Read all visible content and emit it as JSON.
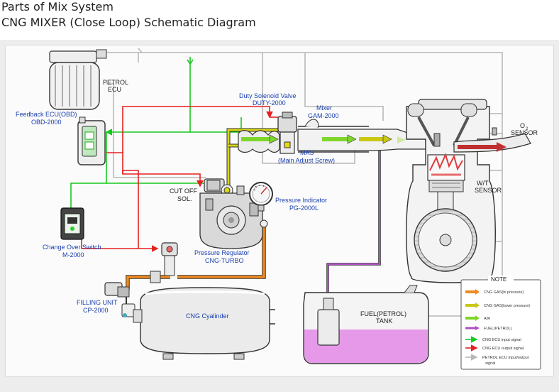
{
  "header": {
    "title": "Parts of Mix System",
    "subtitle": "CNG MIXER (Close Loop) Schematic Diagram"
  },
  "labels": {
    "petrol_ecu_1": "PETROL",
    "petrol_ecu_2": "ECU",
    "feedback_ecu_1": "Feedback ECU(OBD)",
    "feedback_ecu_2": "OBD-2000",
    "duty_valve_1": "Duty Solenoid Valve",
    "duty_valve_2": "DUTY-2000",
    "mixer_1": "Mixer",
    "mixer_2": "GAM-2000",
    "mas_1": "MAS",
    "mas_2": "(Main Adjust Screw)",
    "cutoff_1": "CUT  OFF",
    "cutoff_2": "SOL.",
    "pressure_indicator_1": "Pressure Indicator",
    "pressure_indicator_2": "PG-2000L",
    "changeover_1": "Change Over Switch",
    "changeover_2": "M-2000",
    "regulator_1": "Pressure Regulator",
    "regulator_2": "CNG-TURBO",
    "filling_1": "FILLING UNIT",
    "filling_2": "CP-2000",
    "cylinder": "CNG Cyalinder",
    "o2_sensor_1": "O",
    "o2_sensor_sub": "2",
    "o2_sensor_2": "SENSOR",
    "wt_sensor_1": "W/T",
    "wt_sensor_2": "SENSOR",
    "fuel_tank_1": "FUEL(PETROL)",
    "fuel_tank_2": "TANK"
  },
  "note": {
    "title": "NOTE",
    "items": [
      {
        "label": "CNG GAS(hi pressure)",
        "color": "#f08a1e"
      },
      {
        "label": "CNG GAS(lower pressure)",
        "color": "#c9c812"
      },
      {
        "label": "AIR",
        "color": "#7fd62a"
      },
      {
        "label": "FUEL(PETROL)",
        "color": "#b04fc4"
      },
      {
        "label": "CNG ECU input signal",
        "color": "#19c81e"
      },
      {
        "label": "CNG ECU output signal",
        "color": "#e62020"
      },
      {
        "label": "PETROL ECU input/output",
        "color": "#b8b8b8"
      },
      {
        "label": "signal",
        "color": ""
      }
    ]
  },
  "colors": {
    "hi_pressure": "#f08a1e",
    "low_pressure": "#c9c812",
    "air": "#7fd62a",
    "fuel": "#b04fc4",
    "ecu_in": "#19c81e",
    "ecu_out": "#e62020",
    "petrol_ecu": "#b8b8b8",
    "label_blue": "#1a3fb0"
  }
}
